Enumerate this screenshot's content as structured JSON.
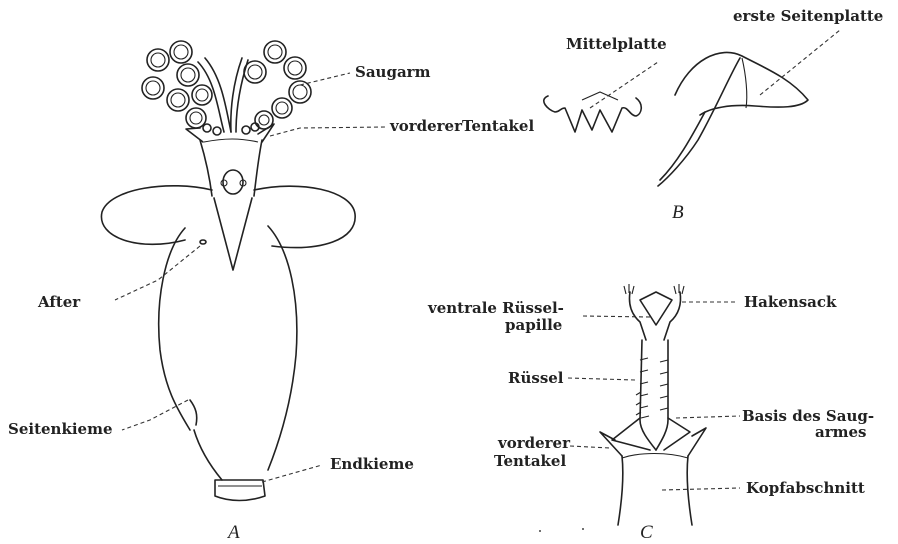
{
  "figures": {
    "A": {
      "letter": "A",
      "labels": {
        "saugarm": "Saugarm",
        "vorderer_tentakel": "vordererTentakel",
        "after": "After",
        "seitenkieme": "Seitenkieme",
        "endkieme": "Endkieme"
      }
    },
    "B": {
      "letter": "B",
      "labels": {
        "mittelplatte": "Mittelplatte",
        "erste_seitenplatte": "erste Seitenplatte"
      }
    },
    "C": {
      "letter": "C",
      "labels": {
        "ventrale_line1": "ventrale Rüssel-",
        "ventrale_line2": "papille",
        "hakensack": "Hakensack",
        "ruessel": "Rüssel",
        "basis_line1": "Basis des Saug-",
        "basis_line2": "armes",
        "vorderer_line1": "vorderer",
        "vorderer_line2": "Tentakel",
        "kopfabschnitt": "Kopfabschnitt"
      }
    }
  }
}
